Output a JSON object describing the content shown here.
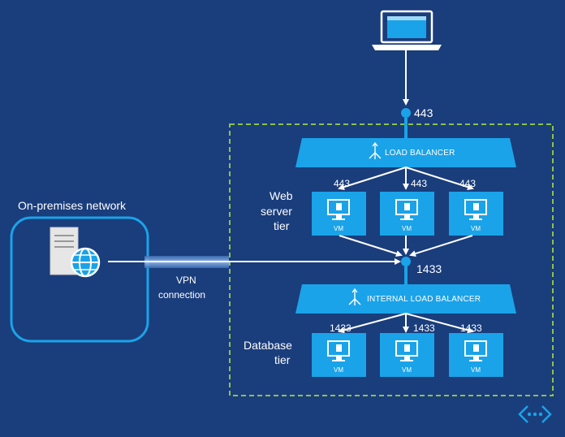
{
  "colors": {
    "background": "#1a3d7c",
    "tile": "#1aa3e8",
    "balancer": "#1aa3e8",
    "dashed_border": "#8bc34a",
    "connector": "#ffffff",
    "node_dot": "#1aa3e8",
    "vpn_tube": "#5b8fd6"
  },
  "client": {
    "icon": "laptop-icon",
    "port": "443"
  },
  "load_balancer": {
    "label": "LOAD BALANCER",
    "icon": "arrows-split-icon"
  },
  "web_tier": {
    "title_lines": [
      "Web",
      "server",
      "tier"
    ],
    "vms": [
      {
        "label": "VM",
        "port": "443"
      },
      {
        "label": "VM",
        "port": "443"
      },
      {
        "label": "VM",
        "port": "443"
      }
    ]
  },
  "internal_node": {
    "port": "1433"
  },
  "internal_load_balancer": {
    "label": "INTERNAL LOAD BALANCER",
    "icon": "arrows-split-icon"
  },
  "db_tier": {
    "title_lines": [
      "Database",
      "tier"
    ],
    "vms": [
      {
        "label": "VM",
        "port": "1433"
      },
      {
        "label": "VM",
        "port": "1433"
      },
      {
        "label": "VM",
        "port": "1433"
      }
    ]
  },
  "on_premises": {
    "title": "On-premises network",
    "icon": "server-globe-icon"
  },
  "vpn": {
    "label_lines": [
      "VPN",
      "connection"
    ]
  },
  "badge": {
    "icon": "virtual-network-icon"
  }
}
